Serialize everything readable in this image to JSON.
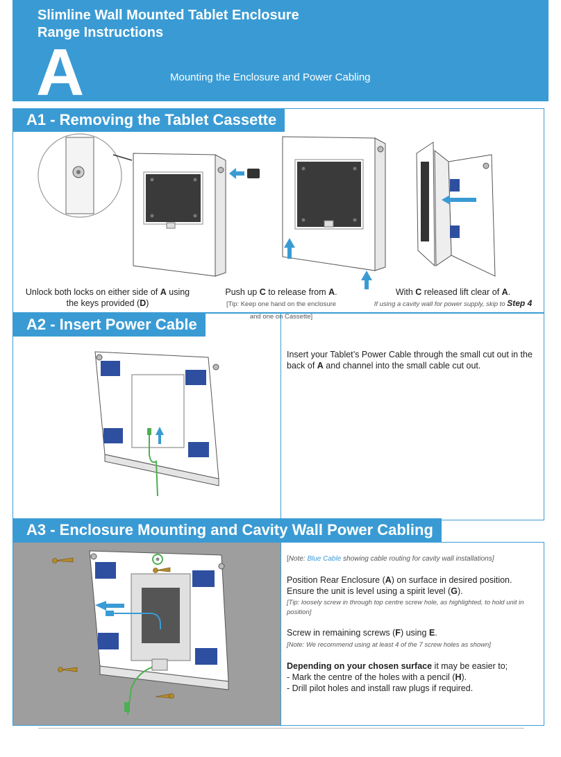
{
  "header": {
    "title_line1": "Slimline Wall Mounted Tablet Enclosure",
    "title_line2": "Range Instructions",
    "letter": "A",
    "subtitle": "Mounting the Enclosure and Power Cabling"
  },
  "a1": {
    "title": "A1 - Removing the Tablet Cassette",
    "cap1_pre": "Unlock both locks on either side of ",
    "cap1_A": "A",
    "cap1_mid": " using",
    "cap1_line2_pre": "the keys provided (",
    "cap1_D": "D",
    "cap1_line2_post": ")",
    "cap2_pre": "Push up ",
    "cap2_C": "C",
    "cap2_mid": " to release from ",
    "cap2_A": "A",
    "cap2_post": ".",
    "cap2_tip1": "[Tip: Keep one hand on the enclosure",
    "cap2_tip2": "and one on Cassette]",
    "cap3_pre": "With ",
    "cap3_C": "C",
    "cap3_mid": " released lift clear of ",
    "cap3_A": "A",
    "cap3_post": ".",
    "cap3_tip": "If using a cavity wall for power supply, skip to ",
    "cap3_step": "Step 4"
  },
  "a2": {
    "title": "A2 - Insert Power Cable",
    "text_pre": "Insert your Tablet’s Power Cable through the small cut out in the back of ",
    "text_A": "A",
    "text_post": " and channel into the small cable cut out."
  },
  "a3": {
    "title": "A3 - Enclosure Mounting and Cavity Wall Power Cabling",
    "note_open": "[",
    "note_label": "Note: ",
    "note_blue": "Blue Cable",
    "note_rest": " showing cable routing for cavity wall installations]",
    "p1_pre": "Position Rear Enclosure (",
    "p1_A": "A",
    "p1_post": ") on surface in desired position.",
    "p2_pre": "Ensure the unit is level using a spirit level (",
    "p2_G": "G",
    "p2_post": ").",
    "tip1": "[Tip: loosely screw in through top centre screw hole, as highlighted, to hold unit in position]",
    "p3_pre": "Screw in remaining screws (",
    "p3_F": "F",
    "p3_mid": ") using ",
    "p3_E": "E",
    "p3_post": ".",
    "note2": "[Note: We recommend using at least 4 of the 7 screw holes as shown]",
    "p4_bold": "Depending on your chosen surface",
    "p4_rest": " it may be easier to;",
    "p5_pre": "- Mark the centre of the holes with a pencil (",
    "p5_H": "H",
    "p5_post": ").",
    "p6": "- Drill pilot holes and install raw plugs if required."
  },
  "colors": {
    "accent": "#3a9bd4",
    "bracket": "#2e4fa0",
    "cable_green": "#4caf50",
    "wall": "#9e9e9e"
  }
}
